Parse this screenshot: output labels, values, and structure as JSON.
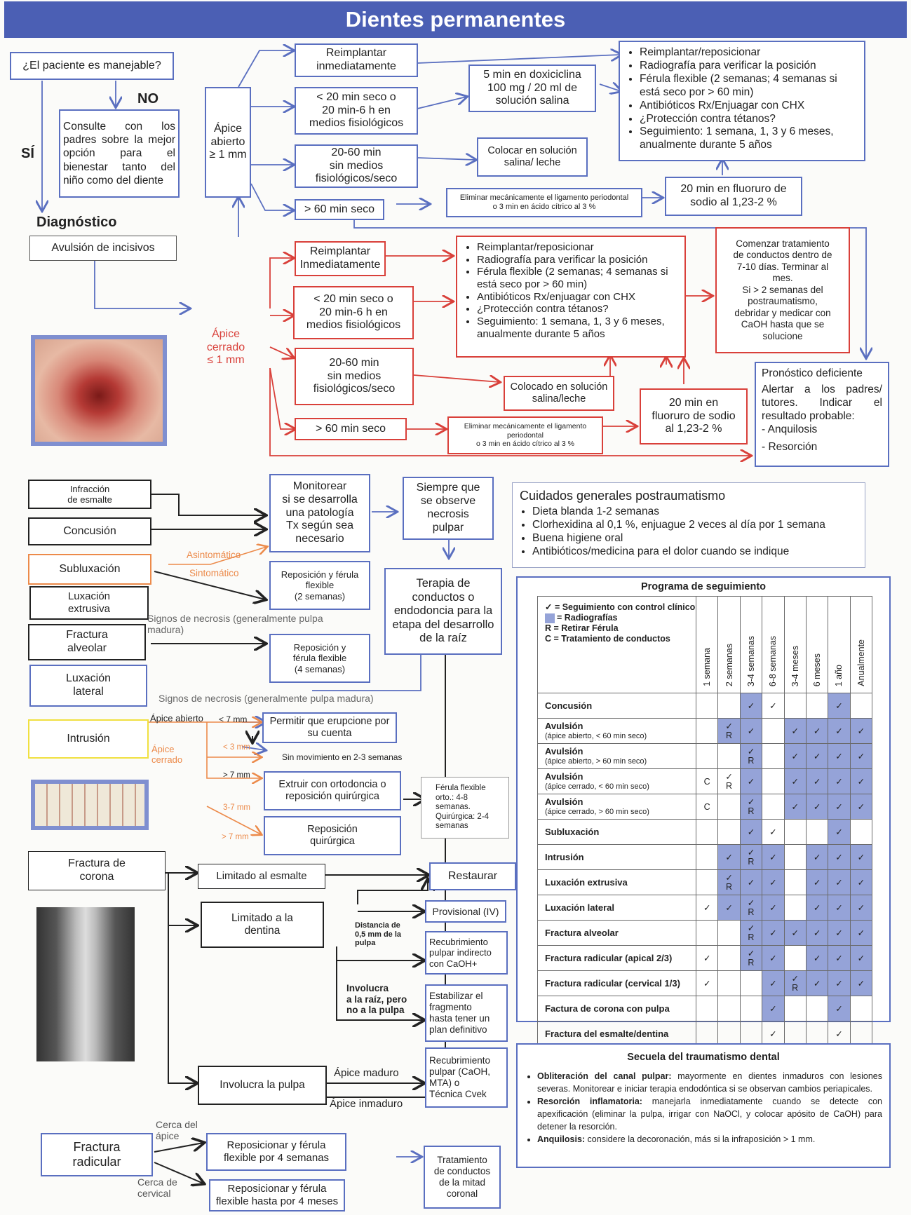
{
  "title": "Dientes permanentes",
  "colors": {
    "blue": "#5a6fc0",
    "red": "#d9403a",
    "black": "#222222",
    "orange": "#ec8a4a",
    "yellow": "#f0e040",
    "header": "#4b5fb4",
    "cell": "#95a3d8"
  },
  "top": {
    "q": "¿El paciente es manejable?",
    "no": "NO",
    "si": "SÍ",
    "consult": "Consulte con los padres sobre la mejor opción para el bienestar tanto del niño como del diente",
    "diag": "Diagnóstico",
    "avulsion": "Avulsión de incisivos",
    "apex_open": "Ápice\nabierto\n≥ 1 mm",
    "reimp": "Reimplantar\ninmediatamente",
    "lt20": "< 20 min seco o\n20 min-6 h en\nmedios fisiológicos",
    "m2060": "20-60 min\nsin medios\nfisiológicos/seco",
    "gt60": "> 60 min seco",
    "doxi": "5 min en doxiciclina\n100 mg / 20 ml de\nsolución salina",
    "saline": "Colocar en solución\nsalina/ leche",
    "ligament": "Eliminar mecánicamente el ligamento periodontal\no 3 min en ácido cítrico al 3 %",
    "fluor": "20 min en fluoruro de\nsodio al 1,23-2 %",
    "steps": [
      "Reimplantar/reposicionar",
      "Radiografía para verificar la posición",
      "Férula flexible (2 semanas; 4 semanas si está seco por > 60 min)",
      "Antibióticos Rx/Enjuagar con CHX",
      "¿Protección contra tétanos?",
      "Seguimiento: 1 semana, 1, 3 y 6 meses, anualmente durante 5 años"
    ]
  },
  "mid": {
    "apex_closed": "Ápice\ncerrado\n≤ 1 mm",
    "reimp": "Reimplantar\nInmediatamente",
    "lt20": "< 20 min seco o\n20 min-6 h en\nmedios fisiológicos",
    "m2060": "20-60 min\nsin medios\nfisiológicos/seco",
    "gt60": "> 60 min seco",
    "saline": "Colocado en solución\nsalina/leche",
    "ligament": "Eliminar mecánicamente el ligamento\nperiodontal\no 3 min en ácido cítrico al 3 %",
    "fluor": "20 min en\nfluoruro de sodio\nal 1,23-2 %",
    "steps": [
      "Reimplantar/reposicionar",
      "Radiografía para verificar la posición",
      "Férula flexible (2 semanas; 4 semanas si está seco por > 60 min)",
      "Antibióticos Rx/enjuagar con CHX",
      "¿Protección contra tétanos?",
      "Seguimiento: 1 semana, 1, 3 y 6 meses, anualmente durante 5 años"
    ],
    "endo": "Comenzar tratamiento\nde conductos dentro de\n7-10 días. Terminar al\nmes.\nSi > 2 semanas del\npostraumatismo,\ndebridar y medicar con\nCaOH hasta que se\nsolucione",
    "prog_title": "Pronóstico deficiente",
    "prog_text": "Alertar a los padres/ tutores. Indicar el resultado probable:",
    "prog_items": [
      "- Anquilosis",
      "- Resorción"
    ]
  },
  "low": {
    "infraccion": "Infracción\nde esmalte",
    "concusion": "Concusión",
    "sublux": "Subluxación",
    "extrusiva": "Luxación\nextrusiva",
    "alveolar": "Fractura\nalveolar",
    "lateral": "Luxación\nlateral",
    "intrusion": "Intrusión",
    "corona": "Fractura de\ncorona",
    "radicular": "Fractura\nradicular",
    "monitor": "Monitorear\nsi se desarrolla\nuna patología\nTx según sea\nnecesario",
    "necrosis": "Siempre que\nse observe\nnecrosis\npulpar",
    "terapia": "Terapia de\nconductos o\nendodoncia para la\netapa del desarrollo\nde la raíz",
    "rep2": "Reposición y férula\nflexible\n(2 semanas)",
    "rep4": "Reposición y\nférula flexible\n(4 semanas)",
    "asint": "Asintomático",
    "sint": "Sintomático",
    "signos1": "Signos de necrosis (generalmente pulpa\nmadura)",
    "signos2": "Signos de necrosis (generalmente pulpa madura)",
    "apice_ab": "Ápice abierto",
    "lt7": "< 7 mm",
    "lt3": "< 3 mm",
    "gt7a": "> 7 mm",
    "m37": "3-7 mm",
    "gt7b": "> 7 mm",
    "apice_ce": "Ápice\ncerrado",
    "erupt": "Permitir que erupcione por\nsu cuenta",
    "sinmov": "Sin movimiento en 2-3 semanas",
    "extruir": "Extruir con ortodoncia o\nreposición quirúrgica",
    "repq": "Reposición\nquirúrgica",
    "ferula": "Férula flexible\norto.: 4-8\nsemanas.\nQuirúrgica: 2-4\nsemanas",
    "esmalte": "Limitado al esmalte",
    "dentina": "Limitado a la\ndentina",
    "pulpa": "Involucra la pulpa",
    "restaurar": "Restaurar",
    "provisional": "Provisional (IV)",
    "distancia": "Distancia de\n0,5 mm de la\npulpa",
    "recub_ind": "Recubrimiento\npulpar indirecto\ncon CaOH+",
    "involucra": "Involucra\na la raíz, pero\nno a la pulpa",
    "estabilizar": "Estabilizar el\nfragmento\nhasta tener un\nplan definitivo",
    "recub": "Recubrimiento\npulpar (CaOH,\nMTA) o\nTécnica Cvek",
    "maduro": "Ápice maduro",
    "inmaduro": "Ápice inmaduro",
    "cerca_apice": "Cerca del\nápice",
    "cerca_cerv": "Cerca de\ncervical",
    "rep_f4": "Reposicionar y férula\nflexible por 4 semanas",
    "rep_fh4": "Reposicionar y férula\nflexible hasta por 4 meses",
    "trat_mitad": "Tratamiento\nde conductos\nde la mitad\ncoronal"
  },
  "care": {
    "title": "Cuidados generales postraumatismo",
    "items": [
      "Dieta blanda 1-2 semanas",
      "Clorhexidina al 0,1 %, enjuague 2 veces al día por 1 semana",
      "Buena higiene oral",
      "Antibióticos/medicina para el dolor cuando se indique"
    ]
  },
  "followup": {
    "title": "Programa de seguimiento",
    "legend": [
      "✓ = Seguimiento con control clínico",
      "= Radiografías",
      "R = Retirar Férula",
      "C = Tratamiento de conductos"
    ],
    "cols": [
      "1 semana",
      "2 semanas",
      "3-4 semanas",
      "6-8 semanas",
      "3-4 meses",
      "6 meses",
      "1 año",
      "Anualmente"
    ],
    "rows": [
      {
        "name": "Concusión",
        "sub": "",
        "cells": [
          "",
          "",
          "✓b",
          "✓",
          "",
          "",
          "✓b",
          ""
        ]
      },
      {
        "name": "Avulsión",
        "sub": "(ápice abierto, < 60 min seco)",
        "cells": [
          "",
          "✓Rb",
          "✓b",
          "",
          "✓b",
          "✓b",
          "✓b",
          "✓b"
        ]
      },
      {
        "name": "Avulsión",
        "sub": "(ápice abierto, > 60 min seco)",
        "cells": [
          "",
          "",
          "✓Rb",
          "",
          "✓b",
          "✓b",
          "✓b",
          "✓b"
        ]
      },
      {
        "name": "Avulsión",
        "sub": "(ápice cerrado, < 60 min seco)",
        "cells": [
          "C",
          "✓R",
          "✓b",
          "",
          "✓b",
          "✓b",
          "✓b",
          "✓b"
        ]
      },
      {
        "name": "Avulsión",
        "sub": "(ápice cerrado, > 60 min seco)",
        "cells": [
          "C",
          "",
          "✓Rb",
          "",
          "✓b",
          "✓b",
          "✓b",
          "✓b"
        ]
      },
      {
        "name": "Subluxación",
        "sub": "",
        "cells": [
          "",
          "",
          "✓b",
          "✓",
          "",
          "",
          "✓b",
          ""
        ]
      },
      {
        "name": "Intrusión",
        "sub": "",
        "cells": [
          "",
          "✓b",
          "✓Rb",
          "✓b",
          "",
          "✓b",
          "✓b",
          "✓b"
        ]
      },
      {
        "name": "Luxación extrusiva",
        "sub": "",
        "cells": [
          "",
          "✓Rb",
          "✓b",
          "✓b",
          "",
          "✓b",
          "✓b",
          "✓b"
        ]
      },
      {
        "name": "Luxación lateral",
        "sub": "",
        "cells": [
          "✓",
          "✓b",
          "✓Rb",
          "✓b",
          "",
          "✓b",
          "✓b",
          "✓b"
        ]
      },
      {
        "name": "Fractura alveolar",
        "sub": "",
        "cells": [
          "",
          "",
          "✓Rb",
          "✓b",
          "✓b",
          "✓b",
          "✓b",
          "✓b"
        ]
      },
      {
        "name": "Fractura radicular (apical 2/3)",
        "sub": "",
        "cells": [
          "✓",
          "",
          "✓Rb",
          "✓b",
          "",
          "✓b",
          "✓b",
          "✓b"
        ]
      },
      {
        "name": "Fractura radicular (cervical 1/3)",
        "sub": "",
        "cells": [
          "✓",
          "",
          "",
          "✓b",
          "✓Rb",
          "✓b",
          "✓b",
          "✓b"
        ]
      },
      {
        "name": "Factura de corona con pulpa",
        "sub": "",
        "cells": [
          "",
          "",
          "",
          "✓b",
          "",
          "",
          "✓b",
          ""
        ]
      },
      {
        "name": "Fractura del esmalte/dentina",
        "sub": "",
        "cells": [
          "",
          "",
          "",
          "✓",
          "",
          "",
          "✓",
          ""
        ]
      }
    ]
  },
  "sequela": {
    "title": "Secuela del traumatismo dental",
    "items": [
      {
        "b": "Obliteración del canal pulpar:",
        "t": " mayormente en dientes inmaduros con lesiones severas. Monitorear e iniciar terapia endodóntica si se observan cambios periapicales."
      },
      {
        "b": "Resorción inflamatoria:",
        "t": " manejarla inmediatamente cuando se detecte con apexificación (eliminar la pulpa, irrigar con NaOCl, y colocar apósito de CaOH) para detener la resorción."
      },
      {
        "b": "Anquilosis:",
        "t": " considere la decoronación, más si la infraposición > 1 mm."
      }
    ]
  }
}
